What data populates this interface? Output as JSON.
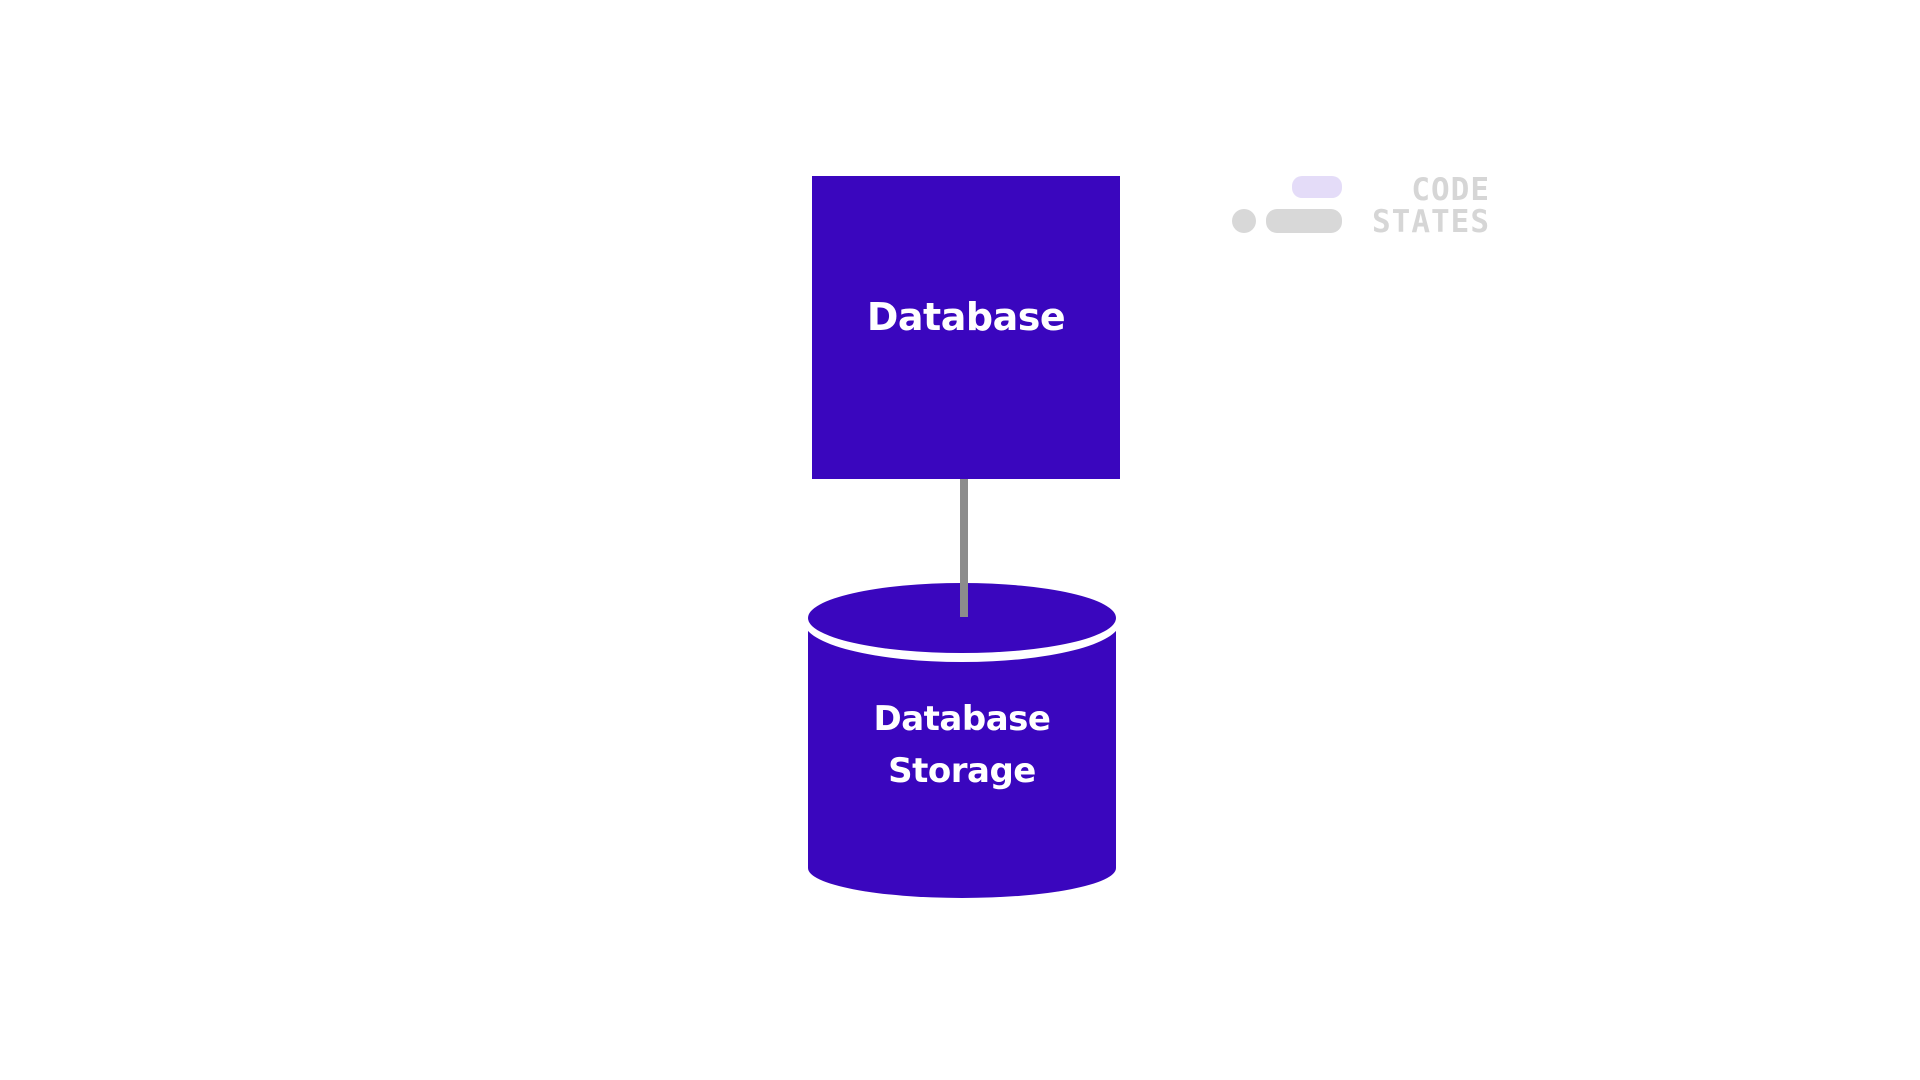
{
  "diagram": {
    "database_box": {
      "label": "Database",
      "color": "#3a06be"
    },
    "connector": {
      "color": "#8c8c8c"
    },
    "storage_cylinder": {
      "label_line1": "Database",
      "label_line2": "Storage",
      "color": "#3a06be"
    }
  },
  "logo": {
    "line1": "CODE",
    "line2": "STATES",
    "accent_color": "#e4dcf8",
    "text_color": "#d6d6d6"
  }
}
